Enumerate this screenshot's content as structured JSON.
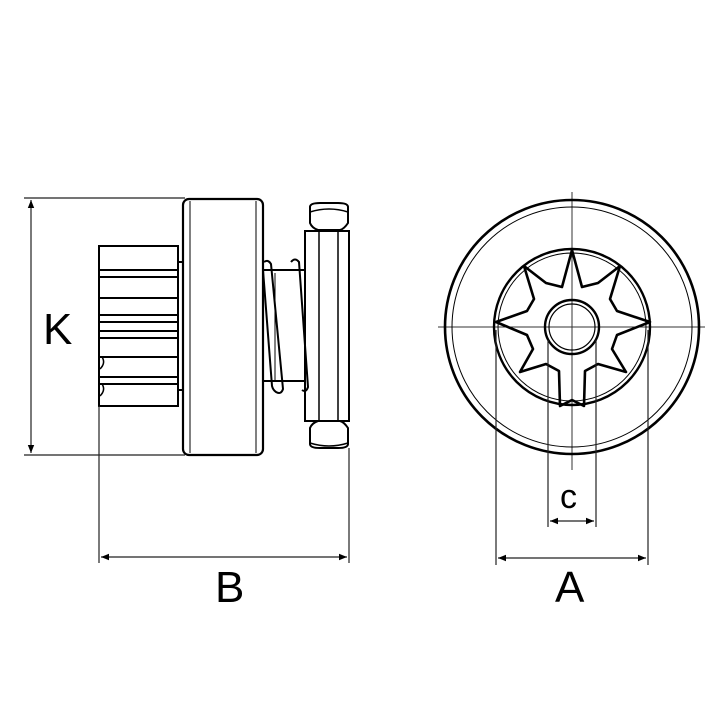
{
  "diagram": {
    "subject": "starter drive pinion (bendix) technical drawing",
    "views": [
      {
        "name": "side-view",
        "parts": [
          "pinion-gear",
          "clutch-housing",
          "return-spring",
          "drive-collar"
        ]
      },
      {
        "name": "end-view",
        "parts": [
          "outer-housing-circle",
          "inner-circle",
          "pinion-gear-8-teeth",
          "shaft-bore",
          "centerlines"
        ]
      }
    ],
    "gear_teeth": 8,
    "colors": {
      "line": "#000000",
      "background": "#ffffff",
      "extension_line": "#333333"
    }
  },
  "dimensions": {
    "K": {
      "label": "K",
      "meaning": "overall housing diameter (side view)",
      "orientation": "vertical"
    },
    "B": {
      "label": "B",
      "meaning": "overall length",
      "orientation": "horizontal"
    },
    "A": {
      "label": "A",
      "meaning": "pinion outer diameter",
      "orientation": "horizontal"
    },
    "c": {
      "label": "c",
      "meaning": "bore / shaft diameter",
      "orientation": "horizontal"
    }
  }
}
